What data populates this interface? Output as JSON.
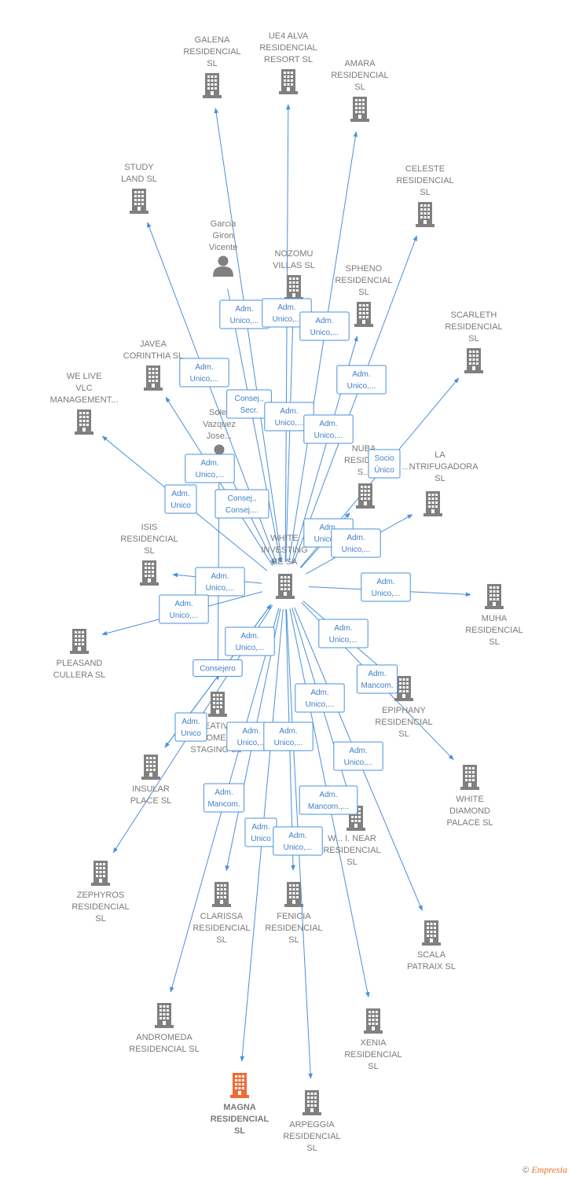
{
  "colors": {
    "edge": "#4a90d9",
    "node": "#808080",
    "highlight": "#f06a35",
    "label": "#7a7a7a"
  },
  "center": {
    "id": "white",
    "label": [
      "WHITE",
      "INVESTING",
      "RE SA"
    ],
    "icon": "building-icon"
  },
  "nodes": [
    {
      "id": "galena",
      "label": [
        "GALENA",
        "RESIDENCIAL",
        "SL"
      ],
      "icon": "building-icon"
    },
    {
      "id": "ue4",
      "label": [
        "UE4 ALVA",
        "RESIDENCIAL",
        "RESORT SL"
      ],
      "icon": "building-icon"
    },
    {
      "id": "amara",
      "label": [
        "AMARA",
        "RESIDENCIAL",
        "SL"
      ],
      "icon": "building-icon"
    },
    {
      "id": "study",
      "label": [
        "STUDY",
        "LAND SL"
      ],
      "icon": "building-icon"
    },
    {
      "id": "celeste",
      "label": [
        "CELESTE",
        "RESIDENCIAL",
        "SL"
      ],
      "icon": "building-icon"
    },
    {
      "id": "garcia",
      "label": [
        "Garcia",
        "Giron",
        "Vicente"
      ],
      "icon": "person-icon"
    },
    {
      "id": "nozomu",
      "label": [
        "NOZOMU",
        "VILLAS SL"
      ],
      "icon": "building-icon"
    },
    {
      "id": "spheno",
      "label": [
        "SPHENO",
        "RESIDENCIAL",
        "SL"
      ],
      "icon": "building-icon"
    },
    {
      "id": "scarleth",
      "label": [
        "SCARLETH",
        "RESIDENCIAL",
        "SL"
      ],
      "icon": "building-icon"
    },
    {
      "id": "javea",
      "label": [
        "JAVEA",
        "CORINTHIA SL"
      ],
      "icon": "building-icon"
    },
    {
      "id": "welive",
      "label": [
        "WE LIVE",
        "VLC",
        "MANAGEMENT..."
      ],
      "icon": "building-icon"
    },
    {
      "id": "soler",
      "label": [
        "Soler",
        "Vazquez",
        "Jose..."
      ],
      "icon": "person-icon"
    },
    {
      "id": "nuba",
      "label": [
        "NUBA",
        "RESIDE...",
        "S..."
      ],
      "icon": "building-icon"
    },
    {
      "id": "la",
      "label": [
        "LA",
        "...NTRIFUGADORA",
        "SL"
      ],
      "icon": "building-icon"
    },
    {
      "id": "isis",
      "label": [
        "ISIS",
        "RESIDENCIAL",
        "SL"
      ],
      "icon": "building-icon"
    },
    {
      "id": "muha",
      "label": [
        "MUHA",
        "RESIDENCIAL",
        "SL"
      ],
      "icon": "building-icon"
    },
    {
      "id": "pleasand",
      "label": [
        "PLEASAND",
        "CULLERA SL"
      ],
      "icon": "building-icon"
    },
    {
      "id": "epiphany",
      "label": [
        "EPIPHANY",
        "RESIDENCIAL",
        "SL"
      ],
      "icon": "building-icon"
    },
    {
      "id": "creative",
      "label": [
        "...EATIV...",
        "...OME...",
        "STAGING SL"
      ],
      "icon": "building-icon"
    },
    {
      "id": "insular",
      "label": [
        "INSULAR",
        "PLACE SL"
      ],
      "icon": "building-icon"
    },
    {
      "id": "whitediamond",
      "label": [
        "WHITE",
        "DIAMOND",
        "PALACE SL"
      ],
      "icon": "building-icon"
    },
    {
      "id": "wnear",
      "label": [
        "W... I. NEAR",
        "RESIDENCIAL",
        "SL"
      ],
      "icon": "building-icon"
    },
    {
      "id": "zephyros",
      "label": [
        "ZEPHYROS",
        "RESIDENCIAL",
        "SL"
      ],
      "icon": "building-icon"
    },
    {
      "id": "clarissa",
      "label": [
        "CLARISSA",
        "RESIDENCIAL",
        "SL"
      ],
      "icon": "building-icon"
    },
    {
      "id": "fenicia",
      "label": [
        "FENICIA",
        "RESIDENCIAL",
        "SL"
      ],
      "icon": "building-icon"
    },
    {
      "id": "scala",
      "label": [
        "SCALA",
        "PATRAIX SL"
      ],
      "icon": "building-icon"
    },
    {
      "id": "andromeda",
      "label": [
        "ANDROMEDA",
        "RESIDENCIAL SL"
      ],
      "icon": "building-icon"
    },
    {
      "id": "xenia",
      "label": [
        "XENIA",
        "RESIDENCIAL",
        "SL"
      ],
      "icon": "building-icon"
    },
    {
      "id": "magna",
      "label": [
        "MAGNA",
        "RESIDENCIAL",
        "SL"
      ],
      "icon": "building-icon",
      "highlight": true
    },
    {
      "id": "arpeggia",
      "label": [
        "ARPEGGIA",
        "RESIDENCIAL",
        "SL"
      ],
      "icon": "building-icon"
    }
  ],
  "edges": [
    {
      "from": "white",
      "to": "galena",
      "label": [
        "Adm.",
        "Unico,..."
      ]
    },
    {
      "from": "white",
      "to": "ue4",
      "label": [
        "Adm.",
        "Unico,..."
      ]
    },
    {
      "from": "white",
      "to": "amara",
      "label": [
        "Adm.",
        "Unico,..."
      ]
    },
    {
      "from": "white",
      "to": "study",
      "label": [
        "Adm.",
        "Unico,..."
      ]
    },
    {
      "from": "white",
      "to": "celeste",
      "label": [
        "Adm.",
        "Unico,..."
      ]
    },
    {
      "from": "garcia",
      "to": "white",
      "label": [
        "Consej.,",
        "Secr."
      ]
    },
    {
      "from": "white",
      "to": "nozomu",
      "label": [
        "Adm.",
        "Unico,..."
      ]
    },
    {
      "from": "white",
      "to": "spheno",
      "label": [
        "Adm.",
        "Unico,..."
      ]
    },
    {
      "from": "white",
      "to": "scarleth",
      "label": [
        "Socio",
        "Único"
      ]
    },
    {
      "from": "white",
      "to": "javea",
      "label": [
        "Adm.",
        "Unico,..."
      ]
    },
    {
      "from": "white",
      "to": "welive",
      "label": [
        "Adm.",
        "Unico"
      ]
    },
    {
      "from": "soler",
      "to": "white",
      "label": [
        "Consej.,",
        "Consej...."
      ]
    },
    {
      "from": "white",
      "to": "nuba",
      "label": [
        "Adm.",
        "Unico,..."
      ]
    },
    {
      "from": "white",
      "to": "la",
      "label": [
        "Adm.",
        "Unico,..."
      ]
    },
    {
      "from": "white",
      "to": "isis",
      "label": [
        "Adm.",
        "Unico,..."
      ]
    },
    {
      "from": "white",
      "to": "muha",
      "label": [
        "Adm.",
        "Unico,..."
      ]
    },
    {
      "from": "white",
      "to": "pleasand",
      "label": [
        "Adm.",
        "Unico,..."
      ]
    },
    {
      "from": "white",
      "to": "epiphany",
      "label": [
        "Adm.",
        "Unico,..."
      ]
    },
    {
      "from": "soler",
      "to": "creative",
      "label": [
        "Consejero"
      ]
    },
    {
      "from": "white",
      "to": "insular",
      "label": [
        "Adm.",
        "Unico,..."
      ]
    },
    {
      "from": "white",
      "to": "whitediamond",
      "label": [
        "Adm.",
        "Mancom."
      ]
    },
    {
      "from": "white",
      "to": "wnear",
      "label": [
        "Adm.",
        "Unico,..."
      ]
    },
    {
      "from": "insular",
      "to": "white",
      "label": [
        "Adm.",
        "Unico"
      ]
    },
    {
      "from": "white",
      "to": "zephyros",
      "label": []
    },
    {
      "from": "white",
      "to": "clarissa",
      "label": [
        "Adm.",
        "Unico,..."
      ]
    },
    {
      "from": "white",
      "to": "fenicia",
      "label": [
        "Adm.",
        "Unico,..."
      ]
    },
    {
      "from": "white",
      "to": "scala",
      "label": [
        "Adm.",
        "Unico,..."
      ]
    },
    {
      "from": "white",
      "to": "andromeda",
      "label": [
        "Adm.",
        "Mancom."
      ]
    },
    {
      "from": "white",
      "to": "xenia",
      "label": [
        "Adm.",
        "Mancom.,..."
      ]
    },
    {
      "from": "white",
      "to": "magna",
      "label": [
        "Adm.",
        "Unico"
      ]
    },
    {
      "from": "white",
      "to": "arpeggia",
      "label": [
        "Adm.",
        "Unico,..."
      ]
    }
  ],
  "credit": {
    "symbol": "©",
    "brand": "Empresia"
  }
}
